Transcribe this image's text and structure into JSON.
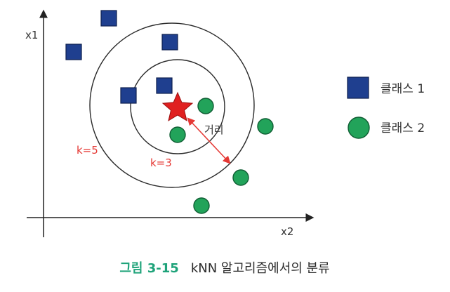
{
  "axes": {
    "y_label": "x1",
    "x_label": "x2"
  },
  "neighborhoods": {
    "outer_label": "k=5",
    "inner_label": "k=3"
  },
  "distance_label": "거리",
  "legend": {
    "items": [
      {
        "shape": "square",
        "label": "클래스 1",
        "color": "#1f3f8f"
      },
      {
        "shape": "circle",
        "label": "클래스 2",
        "color": "#22a35a"
      }
    ]
  },
  "query_point": {
    "shape": "star",
    "color": "#e02020"
  },
  "caption": {
    "number": "그림 3-15",
    "text": "kNN 알고리즘에서의 분류"
  }
}
